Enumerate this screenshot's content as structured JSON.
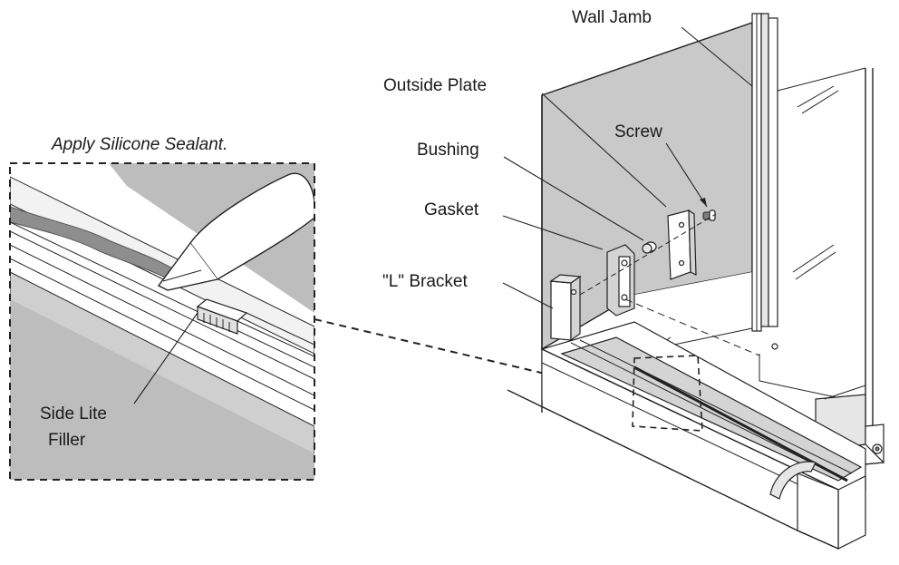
{
  "diagram": {
    "title": "Apply Silicone Sealant.",
    "labels": {
      "wall_jamb": "Wall Jamb",
      "outside_plate": "Outside Plate",
      "screw": "Screw",
      "bushing": "Bushing",
      "gasket": "Gasket",
      "l_bracket": "\"L\" Bracket",
      "side_lite_filler_line1": "Side Lite",
      "side_lite_filler_line2": "Filler"
    }
  }
}
